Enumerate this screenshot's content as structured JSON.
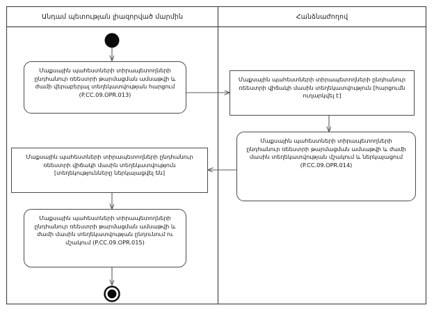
{
  "diagram": {
    "type": "uml-activity-swimlane",
    "title_visible": false,
    "frame": {
      "stroke": "#4a4a4a",
      "background": "#ffffff"
    }
  },
  "lanes": [
    {
      "id": "lane-member-state",
      "label": "Անդամ պետության լիազորված մարմին"
    },
    {
      "id": "lane-commission",
      "label": "Հանձնաժողով"
    }
  ],
  "nodes": {
    "start": {
      "name": "initial-node",
      "shape": "filled-circle"
    },
    "end": {
      "name": "final-node",
      "shape": "bullseye-circle"
    },
    "activity1": {
      "lane": "lane-member-state",
      "shape": "rounded-rect",
      "text": "Մաքսային պահեստների տիրապետողների ընդհանուր ռեեստրի թարմացման ամսաթվի և ժամի վերաբերյալ տեղեկատվության հարցում (P.CC.09.OPR.013)"
    },
    "object1": {
      "lane": "lane-commission",
      "shape": "rect",
      "text": "Մաքսային պահեստների տիրապետողների ընդհանուր ռեեստրի վիճակի մասին տեղեկատվություն [հարցումն ուղարկվել է]"
    },
    "activity2": {
      "lane": "lane-commission",
      "shape": "rounded-rect",
      "text": "Մաքսային պահեստների տիրապետողների ընդհանուր ռեեստրի թարմացման ամսաթվի և ժամի մասին տեղեկատվության մշակում և ներկայացում (P.CC.09.OPR.014)"
    },
    "object2": {
      "lane": "lane-member-state",
      "shape": "rect",
      "text": "Մաքսային պահեստների տիրապետողների  ընդհանուր ռեեստրի վիճակի մասին տեղեկատվություն [տեղեկությունները ներկայացվել են]"
    },
    "activity3": {
      "lane": "lane-member-state",
      "shape": "rounded-rect",
      "text": "Մաքսային պահեստների տիրապետողների ընդհանուր ռեեստրի թարմացման ամսաթվի և ժամի մասին տեղեկատվության ընդունում ու մշակում (P.CC.09.OPR.015)"
    }
  },
  "edges": [
    {
      "id": "edge-start-activity1",
      "from": "start",
      "to": "activity1",
      "direction": "down"
    },
    {
      "id": "edge-activity1-object1",
      "from": "activity1",
      "to": "object1",
      "direction": "right"
    },
    {
      "id": "edge-object1-activity2",
      "from": "object1",
      "to": "activity2",
      "direction": "down"
    },
    {
      "id": "edge-activity2-object2",
      "from": "activity2",
      "to": "object2",
      "direction": "left"
    },
    {
      "id": "edge-object2-activity3",
      "from": "object2",
      "to": "activity3",
      "direction": "down"
    },
    {
      "id": "edge-activity3-end",
      "from": "activity3",
      "to": "end",
      "direction": "down"
    }
  ]
}
